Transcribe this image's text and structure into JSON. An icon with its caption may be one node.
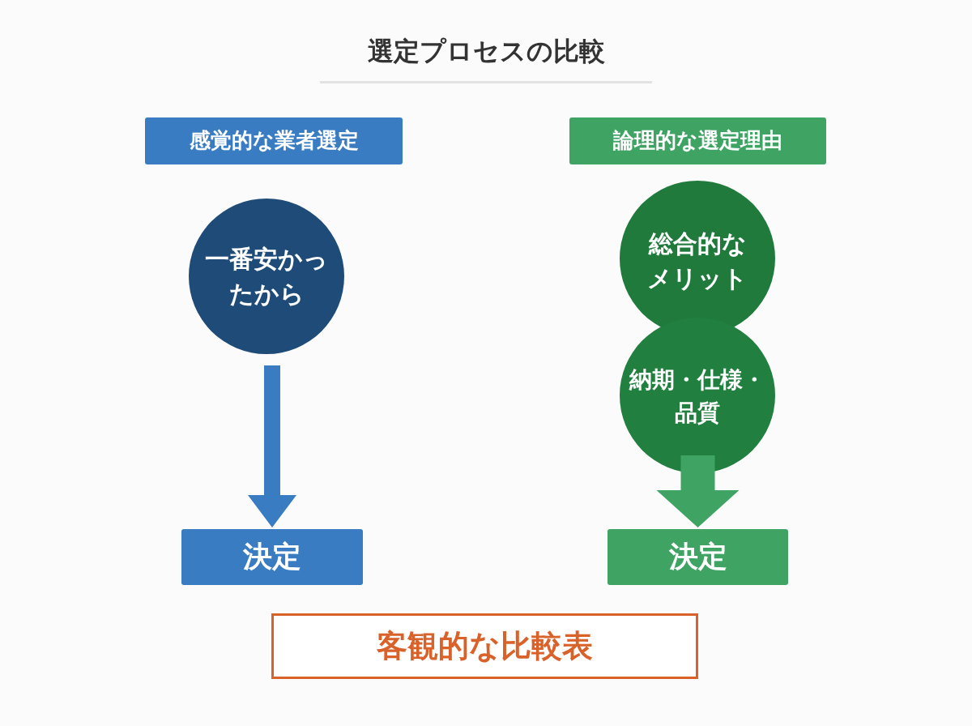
{
  "diagram": {
    "title": "選定プロセスの比較",
    "nodes": [
      {
        "text": [
          "感覚的な業者選定"
        ]
      },
      {
        "text": [
          "論理的な選定理由"
        ]
      },
      {
        "text": [
          "一番安かったから"
        ]
      },
      {
        "text": [
          "決定"
        ]
      },
      {
        "text": [
          "総合的なメリット"
        ]
      },
      {
        "text": [
          "納期・仕様・品質"
        ]
      },
      {
        "text": [
          "決定"
        ]
      },
      {
        "text": [
          "客観的な比較表"
        ]
      }
    ],
    "edges": [
      {
        "from": 2,
        "to": 3,
        "arrow": "to"
      },
      {
        "from": 5,
        "to": 6,
        "arrow": "to"
      }
    ]
  }
}
